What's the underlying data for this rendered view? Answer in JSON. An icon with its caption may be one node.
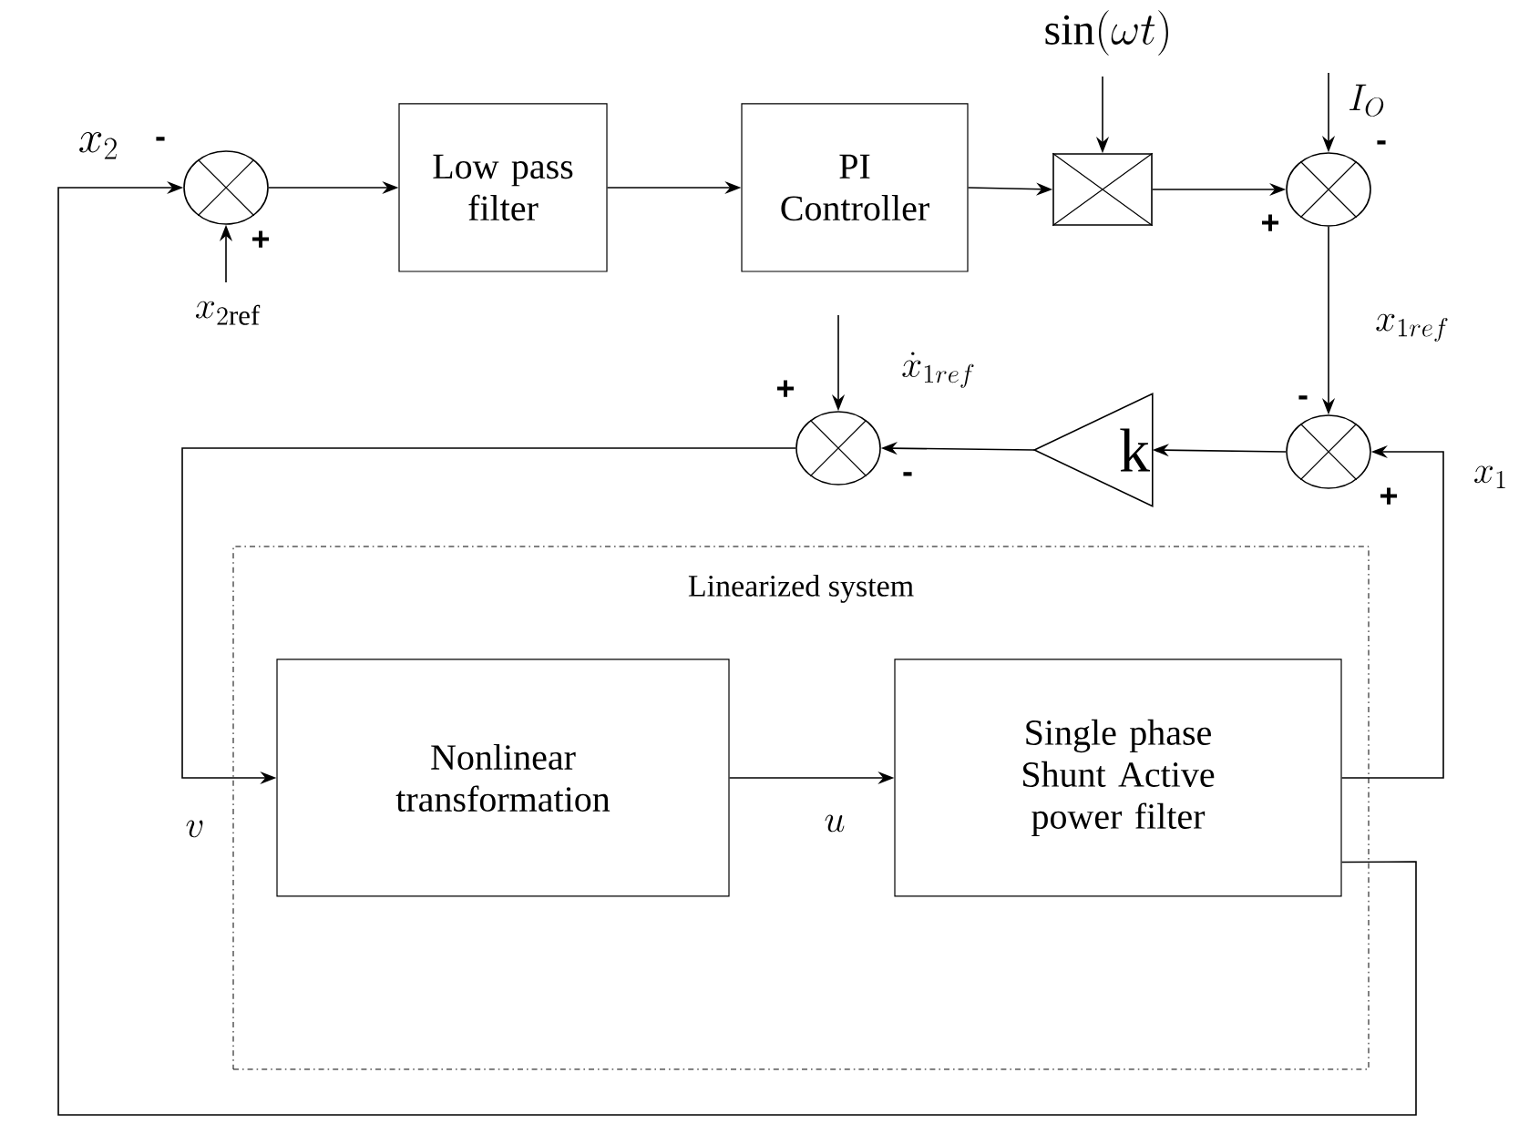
{
  "diagram": {
    "nodes": [
      {
        "text": [],
        "shape": "circle"
      },
      {
        "text": [
          "Low pass filter"
        ]
      },
      {
        "text": [
          "PI Controller"
        ]
      },
      {
        "text": [],
        "shape": "box"
      },
      {
        "text": [],
        "shape": "circle"
      },
      {
        "text": [],
        "shape": "circle"
      },
      {
        "text": [
          "k"
        ]
      },
      {
        "text": [],
        "shape": "circle"
      },
      {
        "text": [
          "Linearized system"
        ]
      },
      {
        "text": [
          "Nonlinear transformation"
        ],
        "in": 8
      },
      {
        "text": [
          "Single phase Shunt Active power filter"
        ],
        "in": 8
      }
    ],
    "edges": [
      {
        "from": 10,
        "to": 0,
        "arrow": "to",
        "label": "x_2"
      },
      {
        "from": 0,
        "to": 1,
        "arrow": "to"
      },
      {
        "from": 1,
        "to": 2,
        "arrow": "to"
      },
      {
        "from": 2,
        "to": 3,
        "arrow": "to"
      },
      {
        "from": 3,
        "to": 4,
        "arrow": "to"
      },
      {
        "from": null,
        "to": 3,
        "arrow": "to",
        "label": "\\sin(\\omega t)"
      },
      {
        "from": null,
        "to": 4,
        "arrow": "to",
        "label": "I_O"
      },
      {
        "from": null,
        "to": 0,
        "arrow": "to",
        "label": "x_{2\\mathrm{ref}}"
      },
      {
        "from": 4,
        "to": 5,
        "arrow": "to",
        "label": "x_{1ref}"
      },
      {
        "from": 10,
        "to": 5,
        "arrow": "to",
        "label": "x_1"
      },
      {
        "from": 5,
        "to": 6,
        "arrow": "to"
      },
      {
        "from": 6,
        "to": 7,
        "arrow": "to"
      },
      {
        "from": null,
        "to": 7,
        "arrow": "to",
        "label": "\\dot{x}_{1ref}"
      },
      {
        "from": 7,
        "to": 9,
        "arrow": "to",
        "label": "v"
      },
      {
        "from": 9,
        "to": 10,
        "arrow": "to",
        "label": "u"
      }
    ],
    "labels": [
      "-",
      "+",
      "-",
      "+",
      "+",
      "-",
      "-",
      "+"
    ]
  }
}
